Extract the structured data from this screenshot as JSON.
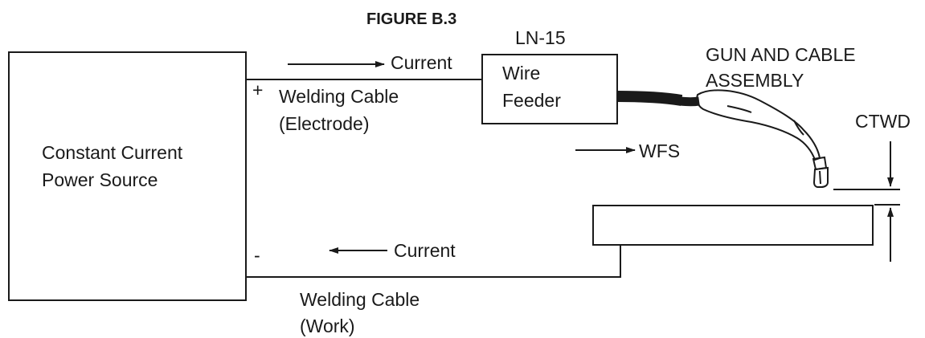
{
  "figure_title": "FIGURE B.3",
  "power_source": {
    "line1": "Constant Current",
    "line2": "Power Source",
    "positive_sign": "+",
    "negative_sign": "-"
  },
  "wire_feeder": {
    "model": "LN-15",
    "line1": "Wire",
    "line2": "Feeder"
  },
  "electrode_cable": {
    "current_label": "Current",
    "line1": "Welding  Cable",
    "line2": "(Electrode)"
  },
  "work_cable": {
    "current_label": "Current",
    "line1": "Welding  Cable",
    "line2": "(Work)"
  },
  "gun": {
    "line1": "GUN AND CABLE",
    "line2": "ASSEMBLY"
  },
  "wfs_label": "WFS",
  "ctwd_label": "CTWD",
  "colors": {
    "ink": "#1a1a1a",
    "background": "#ffffff"
  }
}
